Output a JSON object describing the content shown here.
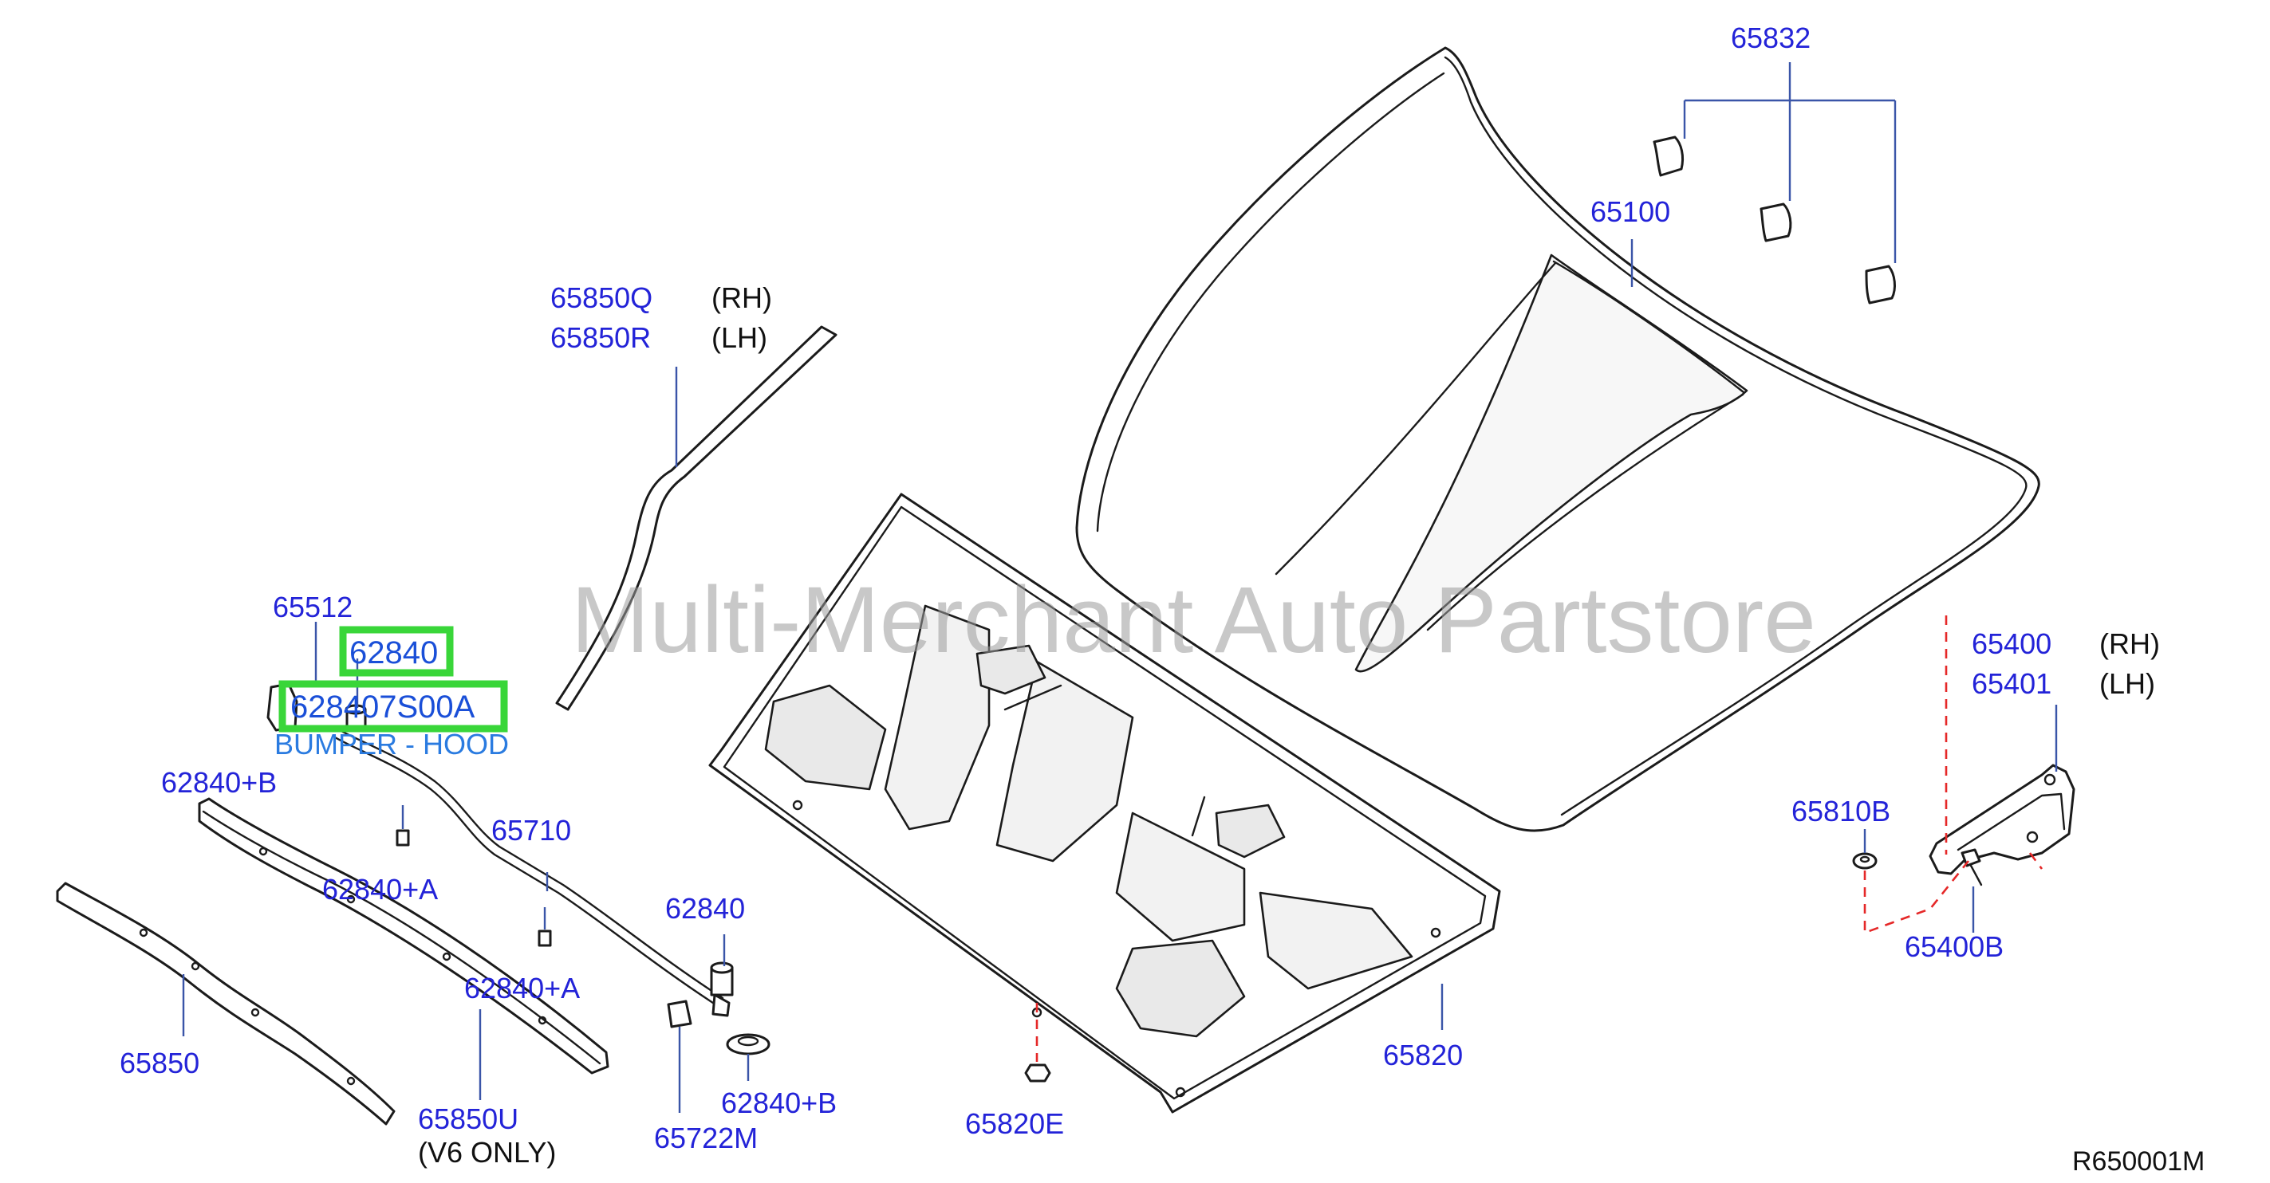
{
  "watermark": "Multi-Merchant Auto Partstore",
  "diagram_ref": "R650001M",
  "highlight": {
    "part_number": "628407S00A",
    "callout": "62840",
    "description": "BUMPER - HOOD"
  },
  "callouts": {
    "c65832": "65832",
    "c65100": "65100",
    "c65850Q": "65850Q",
    "c65850R": "65850R",
    "rh1": "(RH)",
    "lh1": "(LH)",
    "c65512": "65512",
    "c62840B_top": "62840+B",
    "c65710": "65710",
    "c62840A_1": "62840+A",
    "c62840A_2": "62840+A",
    "c62840_mid": "62840",
    "c65850": "65850",
    "c65850U": "65850U",
    "v6_only": "(V6   ONLY)",
    "c65722M": "65722M",
    "c62840B_bot": "62840+B",
    "c65820E": "65820E",
    "c65820": "65820",
    "c65400": "65400",
    "c65401": "65401",
    "rh2": "(RH)",
    "lh2": "(LH)",
    "c65810B": "65810B",
    "c65400B": "65400B"
  },
  "colors": {
    "callout_text": "#2323d8",
    "highlight_box": "#39d639",
    "leader_dashed": "#e52828"
  }
}
